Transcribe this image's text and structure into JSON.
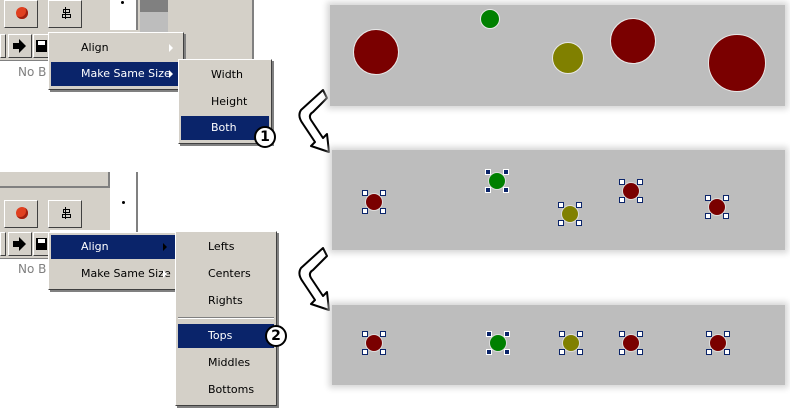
{
  "step1": {
    "toolbar": {
      "status_text": "No B",
      "icons": [
        "stop-icon",
        "align-center-icon",
        "arrow-right-icon",
        "save-icon"
      ]
    },
    "menu": {
      "items": [
        {
          "label": "Align",
          "selected": false
        },
        {
          "label": "Make Same Size",
          "selected": true
        }
      ]
    },
    "submenu": {
      "items": [
        {
          "label": "Width",
          "selected": false
        },
        {
          "label": "Height",
          "selected": false
        },
        {
          "label": "Both",
          "selected": true
        }
      ]
    },
    "badge": "1"
  },
  "step2": {
    "toolbar": {
      "status_text": "No B",
      "icons": [
        "stop-icon",
        "align-center-icon",
        "arrow-right-icon",
        "save-icon"
      ]
    },
    "menu": {
      "items": [
        {
          "label": "Align",
          "selected": true
        },
        {
          "label": "Make Same Size",
          "selected": false
        }
      ]
    },
    "submenu": {
      "items": [
        {
          "label": "Lefts",
          "selected": false
        },
        {
          "label": "Centers",
          "selected": false
        },
        {
          "label": "Rights",
          "selected": false
        },
        {
          "label": "Tops",
          "selected": true
        },
        {
          "label": "Middles",
          "selected": false
        },
        {
          "label": "Bottoms",
          "selected": false
        }
      ]
    },
    "badge": "2"
  },
  "colors": {
    "menu_bg": "#d4d0c8",
    "highlight": "#0a246a",
    "canvas": "#bdbdbd",
    "dark_red": "#7a0000",
    "green": "#008000",
    "olive": "#808000"
  },
  "canvases": {
    "before": {
      "shapes": [
        "dark_red",
        "green",
        "olive",
        "dark_red",
        "dark_red"
      ]
    },
    "same_size": {
      "shapes": [
        "dark_red",
        "green",
        "olive",
        "dark_red",
        "dark_red"
      ]
    },
    "aligned_tops": {
      "shapes": [
        "dark_red",
        "green",
        "olive",
        "dark_red",
        "dark_red"
      ]
    }
  }
}
